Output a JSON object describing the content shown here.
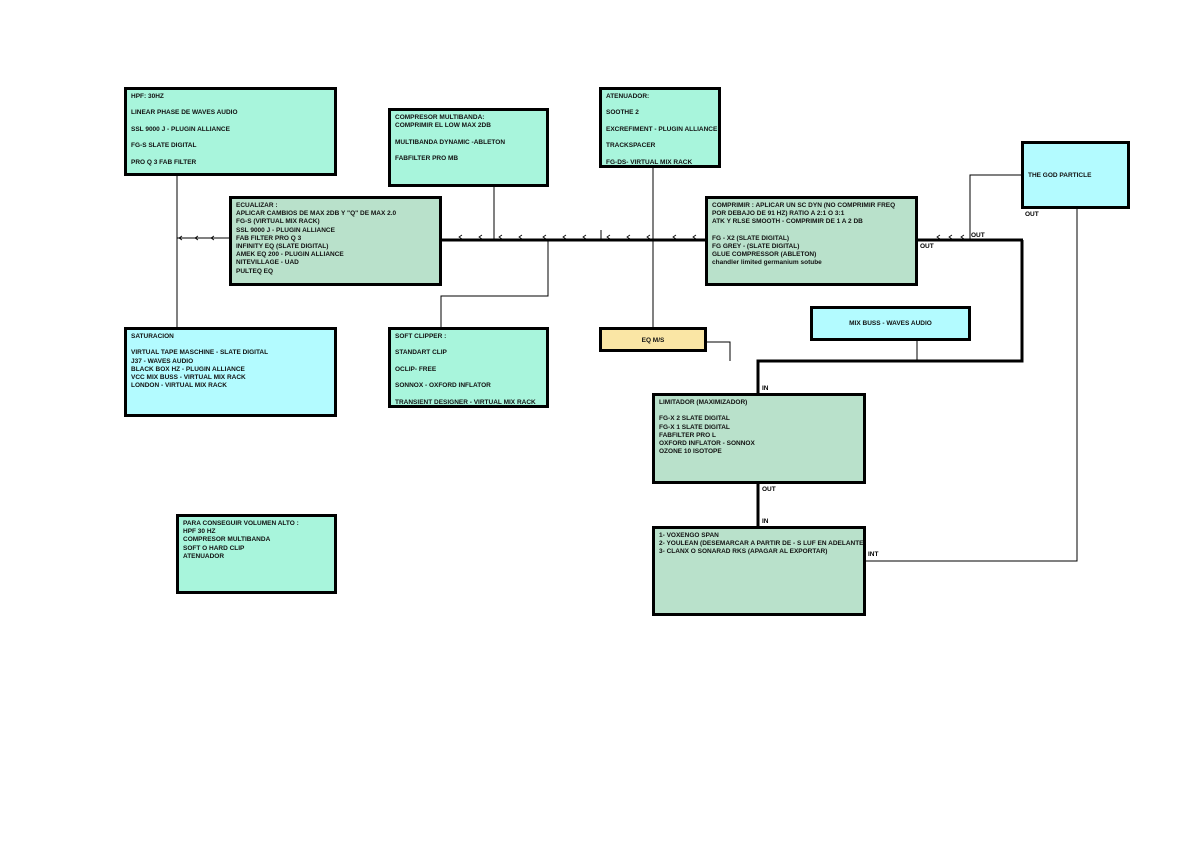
{
  "hpf": {
    "title": "HPF: 30HZ",
    "items": [
      "LINEAR PHASE DE WAVES AUDIO",
      "SSL 9000 J - PLUGIN ALLIANCE",
      "FG-S SLATE DIGITAL",
      "PRO Q 3 FAB FILTER"
    ]
  },
  "compresor_multibanda": {
    "title": "COMPRESOR MULTIBANDA:",
    "line2": "COMPRIMIR EL LOW MAX 2DB",
    "items": [
      "MULTIBANDA DYNAMIC -ABLETON",
      "FABFILTER PRO MB"
    ]
  },
  "atenuador": {
    "title": "ATENUADOR:",
    "items": [
      "SOOTHE 2",
      "EXCREFIMENT - PLUGIN ALLIANCE",
      "TRACKSPACER",
      "FG-DS- VIRTUAL MIX RACK"
    ]
  },
  "thegod": {
    "title": "THE GOD PARTICLE"
  },
  "ecualizar": {
    "lines": [
      "ECUALIZAR :",
      "APLICAR CAMBIOS DE MAX 2DB Y \"Q\" DE MAX 2.0",
      "FG-S (VIRTUAL MIX RACK)",
      "SSL 9000 J - PLUGIN ALLIANCE",
      "FAB FILTER PRO Q 3",
      "INFINITY EQ (SLATE DIGITAL)",
      "AMEK EQ 200 - PLUGIN ALLIANCE",
      "NITEVILLAGE - UAD",
      "PULTEQ EQ"
    ]
  },
  "comprimir": {
    "lines": [
      "COMPRIMIR : APLICAR UN SC DYN (NO COMPRIMIR FREQ",
      "POR DEBAJO DE 91 HZ) RATIO A 2:1 O 3:1",
      "ATK Y RLSE SMOOTH - COMPRIMIR DE 1 A 2 DB"
    ],
    "items": [
      "FG - X2 (SLATE DIGITAL)",
      "FG GREY - (SLATE DIGITAL)",
      "GLUE COMPRESSOR (ABLETON)",
      "chandler limited germanium sotube"
    ]
  },
  "saturacion": {
    "title": "SATURACION",
    "items": [
      "VIRTUAL TAPE MASCHINE - SLATE DIGITAL",
      "J37 - WAVES AUDIO",
      "BLACK BOX HZ - PLUGIN ALLIANCE",
      "VCC MIX BUSS - VIRTUAL MIX RACK",
      "LONDON - VIRTUAL MIX RACK"
    ]
  },
  "softclipper": {
    "title": "SOFT CLIPPER :",
    "items": [
      "STANDART CLIP",
      "OCLIP- FREE",
      "SONNOX - OXFORD INFLATOR",
      "TRANSIENT DESIGNER - VIRTUAL MIX RACK"
    ]
  },
  "eqms": {
    "label": "EQ M/S"
  },
  "mixbuss": {
    "label": "MIX BUSS - WAVES AUDIO"
  },
  "limitador": {
    "title": "LIMITADOR (MAXIMIZADOR)",
    "items": [
      "FG-X 2 SLATE DIGITAL",
      "FG-X 1 SLATE DIGITAL",
      "FABFILTER PRO L",
      "OXFORD INFLATOR - SONNOX",
      "OZONE 10 ISOTOPE"
    ]
  },
  "final": {
    "items": [
      "1- VOXENGO SPAN",
      "2- YOULEAN (DESEMARCAR A PARTIR DE - S LUF EN ADELANTE",
      "3- CLANX  O SONARAD RKS (APAGAR AL EXPORTAR)"
    ]
  },
  "notas": {
    "title": "PARA CONSEGUIR VOLUMEN ALTO :",
    "items": [
      "HPF 30 HZ",
      "COMPRESOR MULTIBANDA",
      "SOFT O HARD CLIP",
      "ATENUADOR"
    ]
  },
  "ports": {
    "out": "OUT",
    "in": "IN",
    "int": "INT"
  }
}
